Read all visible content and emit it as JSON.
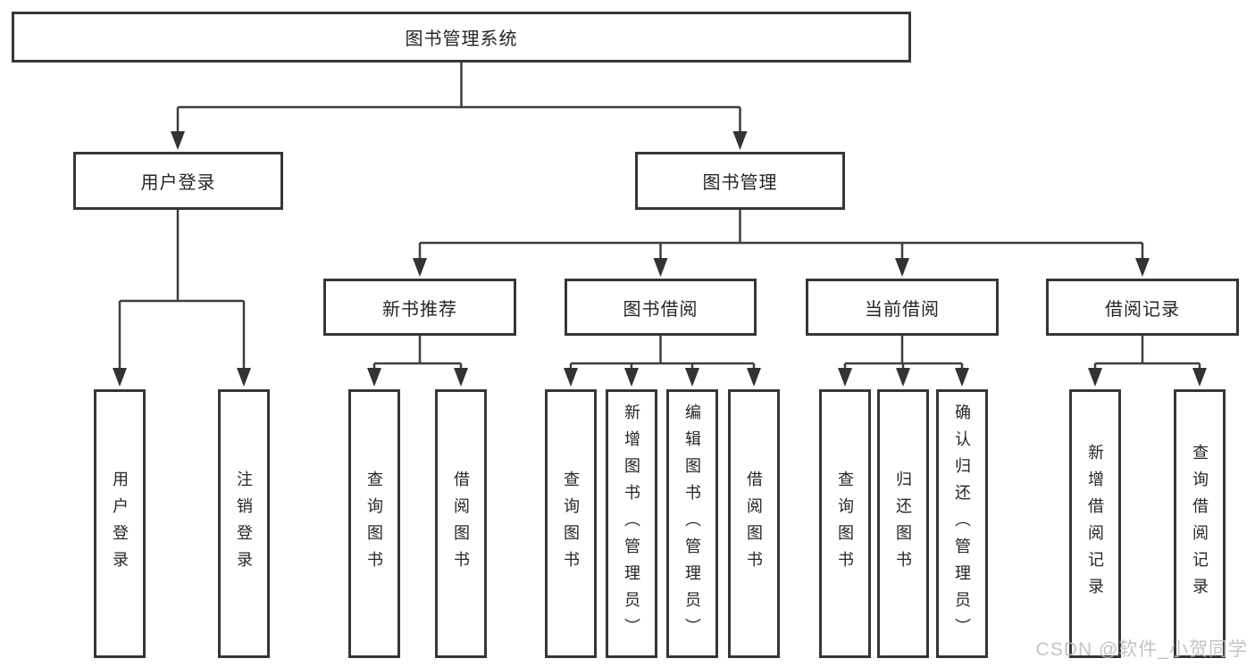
{
  "diagram": {
    "root": {
      "label": "图书管理系统"
    },
    "branches": [
      {
        "label": "用户登录",
        "leaves": [
          {
            "label": "用户登录"
          },
          {
            "label": "注销登录"
          }
        ]
      },
      {
        "label": "图书管理",
        "groups": [
          {
            "label": "新书推荐",
            "leaves": [
              {
                "label": "查询图书"
              },
              {
                "label": "借阅图书"
              }
            ]
          },
          {
            "label": "图书借阅",
            "leaves": [
              {
                "label": "查询图书"
              },
              {
                "label": "新增图书（管理员）"
              },
              {
                "label": "编辑图书（管理员）"
              },
              {
                "label": "借阅图书"
              }
            ]
          },
          {
            "label": "当前借阅",
            "leaves": [
              {
                "label": "查询图书"
              },
              {
                "label": "归还图书"
              },
              {
                "label": "确认归还（管理员）"
              }
            ]
          },
          {
            "label": "借阅记录",
            "leaves": [
              {
                "label": "新增借阅记录"
              },
              {
                "label": "查询借阅记录"
              }
            ]
          }
        ]
      }
    ]
  },
  "watermark": {
    "text": "CSDN @软件_小贺同学"
  },
  "colors": {
    "line": "#3e3e3e",
    "border": "#363636",
    "text": "#262626",
    "watermark": "#bdbdbd"
  }
}
